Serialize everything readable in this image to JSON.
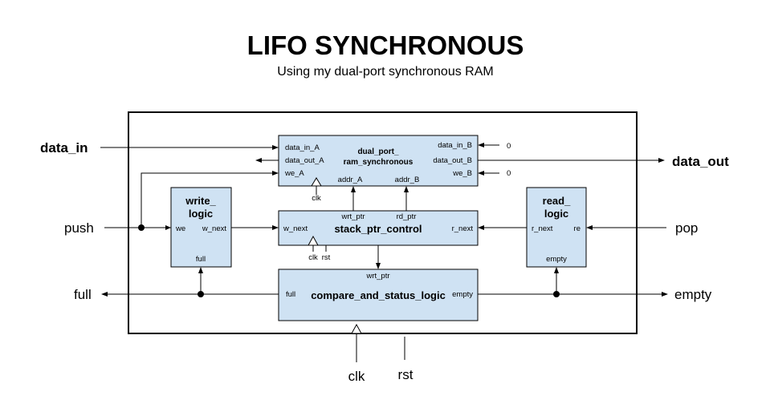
{
  "header": {
    "title": "LIFO SYNCHRONOUS",
    "subtitle": "Using my dual-port synchronous RAM"
  },
  "ports": {
    "data_in": "data_in",
    "data_out": "data_out",
    "push": "push",
    "pop": "pop",
    "full": "full",
    "empty": "empty",
    "clk": "clk",
    "rst": "rst"
  },
  "blocks": {
    "ram": {
      "title_line1": "dual_port_",
      "title_line2": "ram_synchronous",
      "data_in_A": "data_in_A",
      "data_out_A": "data_out_A",
      "we_A": "we_A",
      "data_in_B": "data_in_B",
      "data_out_B": "data_out_B",
      "we_B": "we_B",
      "addr_A": "addr_A",
      "addr_B": "addr_B",
      "clk": "clk",
      "const_data_in_B": "0",
      "const_we_B": "0"
    },
    "write_logic": {
      "title_line1": "write_",
      "title_line2": "logic",
      "we": "we",
      "w_next": "w_next",
      "full": "full"
    },
    "stack_ptr": {
      "title": "stack_ptr_control",
      "wrt_ptr": "wrt_ptr",
      "rd_ptr": "rd_ptr",
      "w_next": "w_next",
      "r_next": "r_next",
      "clk": "clk",
      "rst": "rst"
    },
    "read_logic": {
      "title_line1": "read_",
      "title_line2": "logic",
      "r_next": "r_next",
      "re": "re",
      "empty": "empty"
    },
    "compare": {
      "title": "compare_and_status_logic",
      "wrt_ptr": "wrt_ptr",
      "full": "full",
      "empty": "empty"
    }
  }
}
